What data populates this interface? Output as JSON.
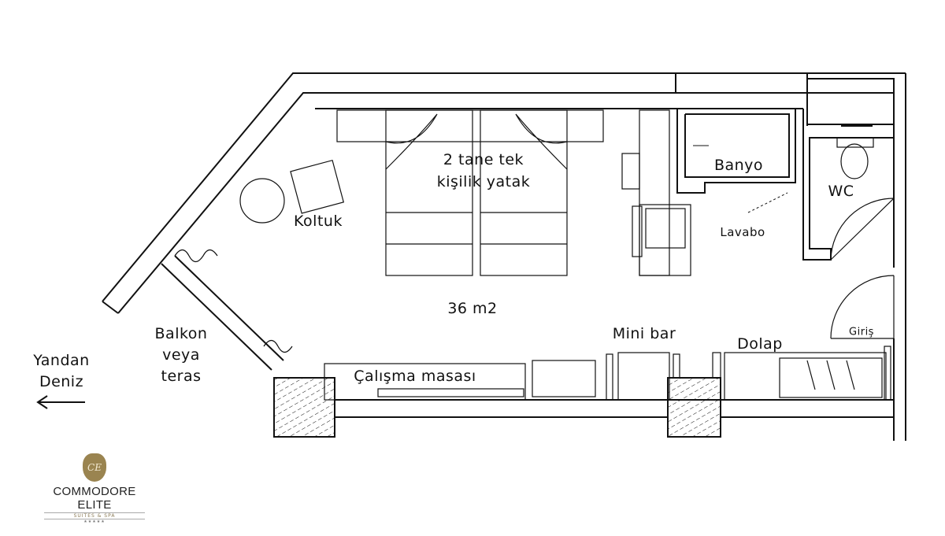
{
  "labels": {
    "beds_line1": "2 tane tek",
    "beds_line2": "kişilik yatak",
    "armchair": "Koltuk",
    "bathroom": "Banyo",
    "wc": "WC",
    "sink": "Lavabo",
    "area": "36 m2",
    "minibar": "Mini bar",
    "wardrobe": "Dolap",
    "entrance": "Giriş",
    "balcony_line1": "Balkon",
    "balcony_line2": "veya",
    "balcony_line3": "teras",
    "desk": "Çalışma masası",
    "sea_line1": "Yandan",
    "sea_line2": "Deniz"
  },
  "logo": {
    "monogram": "CE",
    "name": "COMMODORE ELITE",
    "tagline": "SUITES & SPA",
    "stars": "★★★★★"
  }
}
